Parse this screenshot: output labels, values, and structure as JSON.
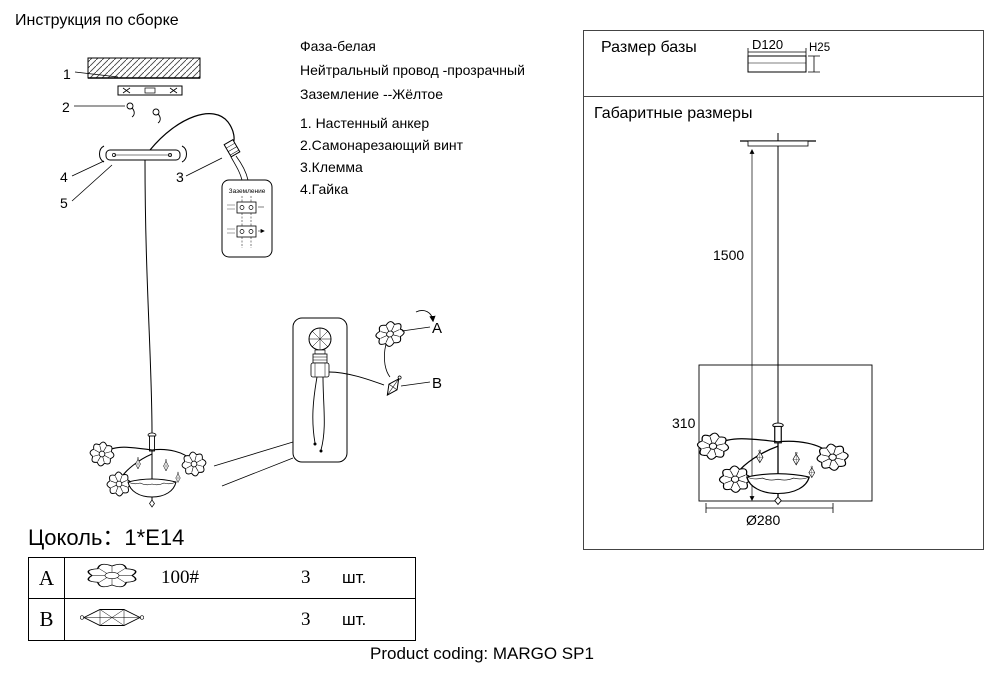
{
  "title": "Инструкция по сборке",
  "wiring_notes": {
    "phase": "Фаза-белая",
    "neutral": "Нейтральный провод -прозрачный",
    "ground": "Заземление --Жёлтое"
  },
  "parts_list": {
    "item1": "1. Настенный анкер",
    "item2": "2.Самонарезающий винт",
    "item3": "3.Клемма",
    "item4": "4.Гайка"
  },
  "callouts": {
    "n1": "1",
    "n2": "2",
    "n3": "3",
    "n4": "4",
    "n5": "5",
    "a": "A",
    "b": "B"
  },
  "ground_detail_label": "Заземление",
  "dimensions_panel": {
    "base_title": "Размер базы",
    "base_diameter": "D120",
    "base_height": "H25",
    "overall_title": "Габаритные размеры",
    "drop_height": "1500",
    "fixture_height": "310",
    "fixture_diameter": "Ø280"
  },
  "socket_info": "Цоколь：1*E14",
  "components_table": {
    "rows": [
      {
        "letter": "A",
        "spec": "100#",
        "qty": "3",
        "unit": "шт."
      },
      {
        "letter": "B",
        "spec": "",
        "qty": "3",
        "unit": "шт."
      }
    ]
  },
  "footer": "Product coding: MARGO SP1"
}
